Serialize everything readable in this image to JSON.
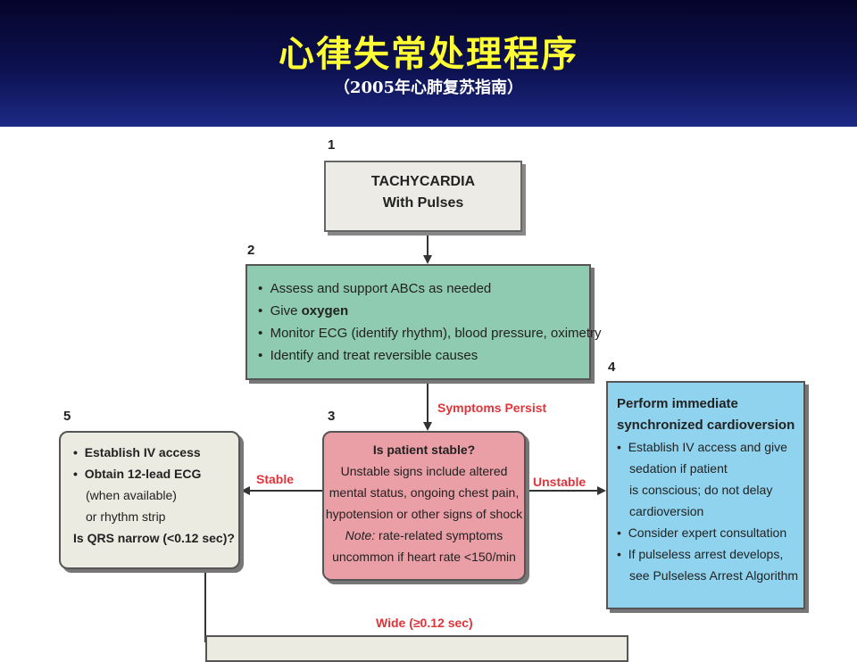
{
  "header": {
    "title": "心律失常处理程序",
    "subtitle": "（2005年心肺复苏指南）"
  },
  "flowchart": {
    "step1": {
      "number": "1",
      "line1": "TACHYCARDIA",
      "line2": "With Pulses"
    },
    "step2": {
      "number": "2",
      "item1": "Assess and support ABCs as needed",
      "item2_prefix": "Give ",
      "item2_bold": "oxygen",
      "item3": "Monitor ECG (identify rhythm), blood pressure, oximetry",
      "item4": "Identify and treat reversible causes"
    },
    "step3": {
      "number": "3",
      "heading": "Is patient stable?",
      "line1": "Unstable signs include altered",
      "line2": "mental status, ongoing chest pain,",
      "line3": "hypotension or other signs of shock",
      "note_label": "Note:",
      "note_text": " rate-related symptoms",
      "line5": "uncommon if heart rate <150/min"
    },
    "step4": {
      "number": "4",
      "heading1": "Perform immediate",
      "heading2": "synchronized cardioversion",
      "item1_l1": "Establish IV access and give",
      "item1_l2": "sedation if patient",
      "item1_l3": "is conscious; do not delay",
      "item1_l4": "cardioversion",
      "item2": "Consider expert consultation",
      "item3_l1": "If pulseless arrest develops,",
      "item3_l2": "see Pulseless Arrest Algorithm"
    },
    "step5": {
      "number": "5",
      "item1": "Establish IV access",
      "item2": "Obtain 12-lead ECG",
      "item2_l2": "(when available)",
      "item2_l3": "or rhythm strip",
      "question": "Is QRS narrow (<0.12 sec)?"
    },
    "labels": {
      "symptoms_persist": "Symptoms Persist",
      "stable": "Stable",
      "unstable": "Unstable",
      "wide": "Wide (≥0.12 sec)"
    },
    "colors": {
      "header_bg": "#0d1150",
      "title_text": "#ffff33",
      "step1_bg": "#ecebe5",
      "step2_bg": "#8fcbb0",
      "step3_bg": "#ea9ea6",
      "step4_bg": "#8fd3ee",
      "step5_bg": "#ecebe2",
      "label_red": "#e0343a"
    }
  }
}
